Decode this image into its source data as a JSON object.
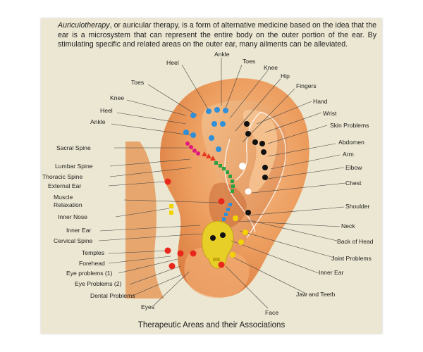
{
  "intro": {
    "term": "Auriculotherapy",
    "text": ", or auricular therapy, is a form of alternative medicine based on the idea that the ear is a microsystem that can represent the entire body on the outer portion of the ear. By stimulating specific and related areas on the outer ear, many ailments can be alleviated."
  },
  "caption": "Therapeutic Areas and their Associations",
  "labels": {
    "ankle_top": "Ankle",
    "toes_top": "Toes",
    "heel_top": "Heel",
    "knee_top": "Knee",
    "hip": "Hip",
    "toes_left": "Toes",
    "fingers": "Fingers",
    "knee_left": "Knee",
    "hand": "Hand",
    "heel_left": "Heel",
    "wrist": "Wrist",
    "ankle_left": "Ankle",
    "skin_problems": "Skin Problems",
    "abdomen": "Abdomen",
    "sacral_spine": "Sacral Spine",
    "arm": "Arm",
    "lumbar_spine": "Lumbar Spine",
    "elbow": "Elbow",
    "thoracic_spine": "Thoracic Spine",
    "external_ear": "External Ear",
    "chest": "Chest",
    "muscle_relaxation_1": "Muscle",
    "muscle_relaxation_2": "Relaxation",
    "shoulder": "Shoulder",
    "inner_nose": "Inner Nose",
    "neck": "Neck",
    "inner_ear_left": "Inner Ear",
    "cervical_spine": "Cervical Spine",
    "back_of_head": "Back of Head",
    "temples": "Temples",
    "joint_problems": "Joint Problems",
    "forehead": "Forehead",
    "eye_problems_1": "Eye problems (1)",
    "inner_ear_right": "Inner Ear",
    "eye_problems_2": "Eye Problems (2)",
    "dental_problems": "Dental Problems",
    "jaw_and_teeth": "Jaw and Teeth",
    "eyes": "Eyes",
    "face": "Face"
  },
  "colors": {
    "background": "#ece7d2",
    "ear_skin": "#ea9a5c",
    "leg_points": "#2f8fd8",
    "arm_points": "#111111",
    "spine_points": "#2da044",
    "sacral_points": "#e0197e",
    "lumbar_points": "#e53a1e",
    "head_points": "#e8281c",
    "jaw_points": "#f2d300",
    "skull": "#e8cf28"
  }
}
